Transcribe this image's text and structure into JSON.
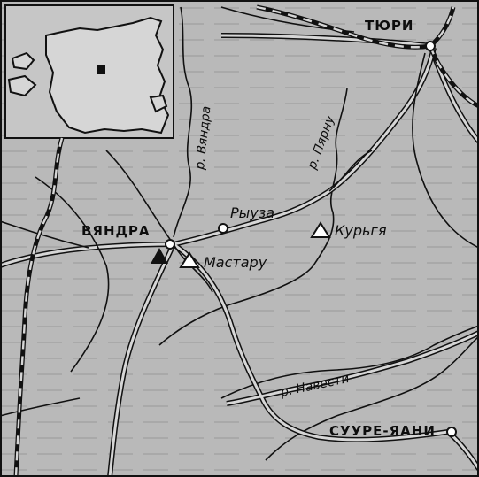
{
  "colors": {
    "paper": "#b9b9b9",
    "ink": "#111111",
    "road_fill": "#d6d6d6"
  },
  "towns": {
    "tyuri": "ТЮРИ",
    "vyandra": "ВЯНДРА",
    "suure_yaani": "СУУРЕ-ЯАНИ"
  },
  "villages": {
    "ryuza": "Рыуза",
    "kurgya": "Курьгя",
    "mastaru": "Мастару"
  },
  "rivers": {
    "vyandra": "р. Вяндра",
    "pyarnu": "р. Пярну",
    "navesti": "р. Навести"
  },
  "icons": {
    "town": "town-circle-icon",
    "village": "village-triangle-icon",
    "site": "site-marker-icon"
  }
}
